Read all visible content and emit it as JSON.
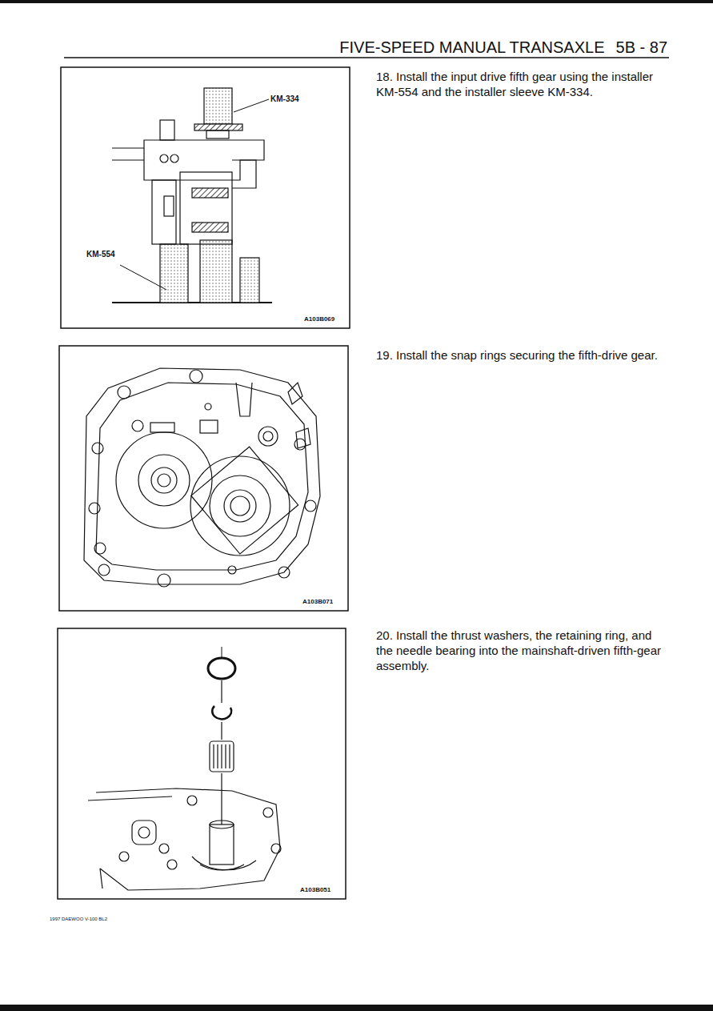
{
  "diagram": {
    "title": "FIVE-SPEED MANUAL TRANSAXLE",
    "labels": [
      "5B - 87",
      "18. Install the input drive fifth gear using the installer KM-554 and the installer sleeve KM-334.",
      "KM-334",
      "KM-554",
      "A103B069",
      "19. Install the snap rings securing the fifth-drive gear.",
      "A103B071",
      "20. Install the thrust washers, the retaining ring, and the needle bearing into the mainshaft-driven fifth-gear assembly.",
      "A103B051",
      "1997 DAEWOO V-100 BL2"
    ]
  }
}
